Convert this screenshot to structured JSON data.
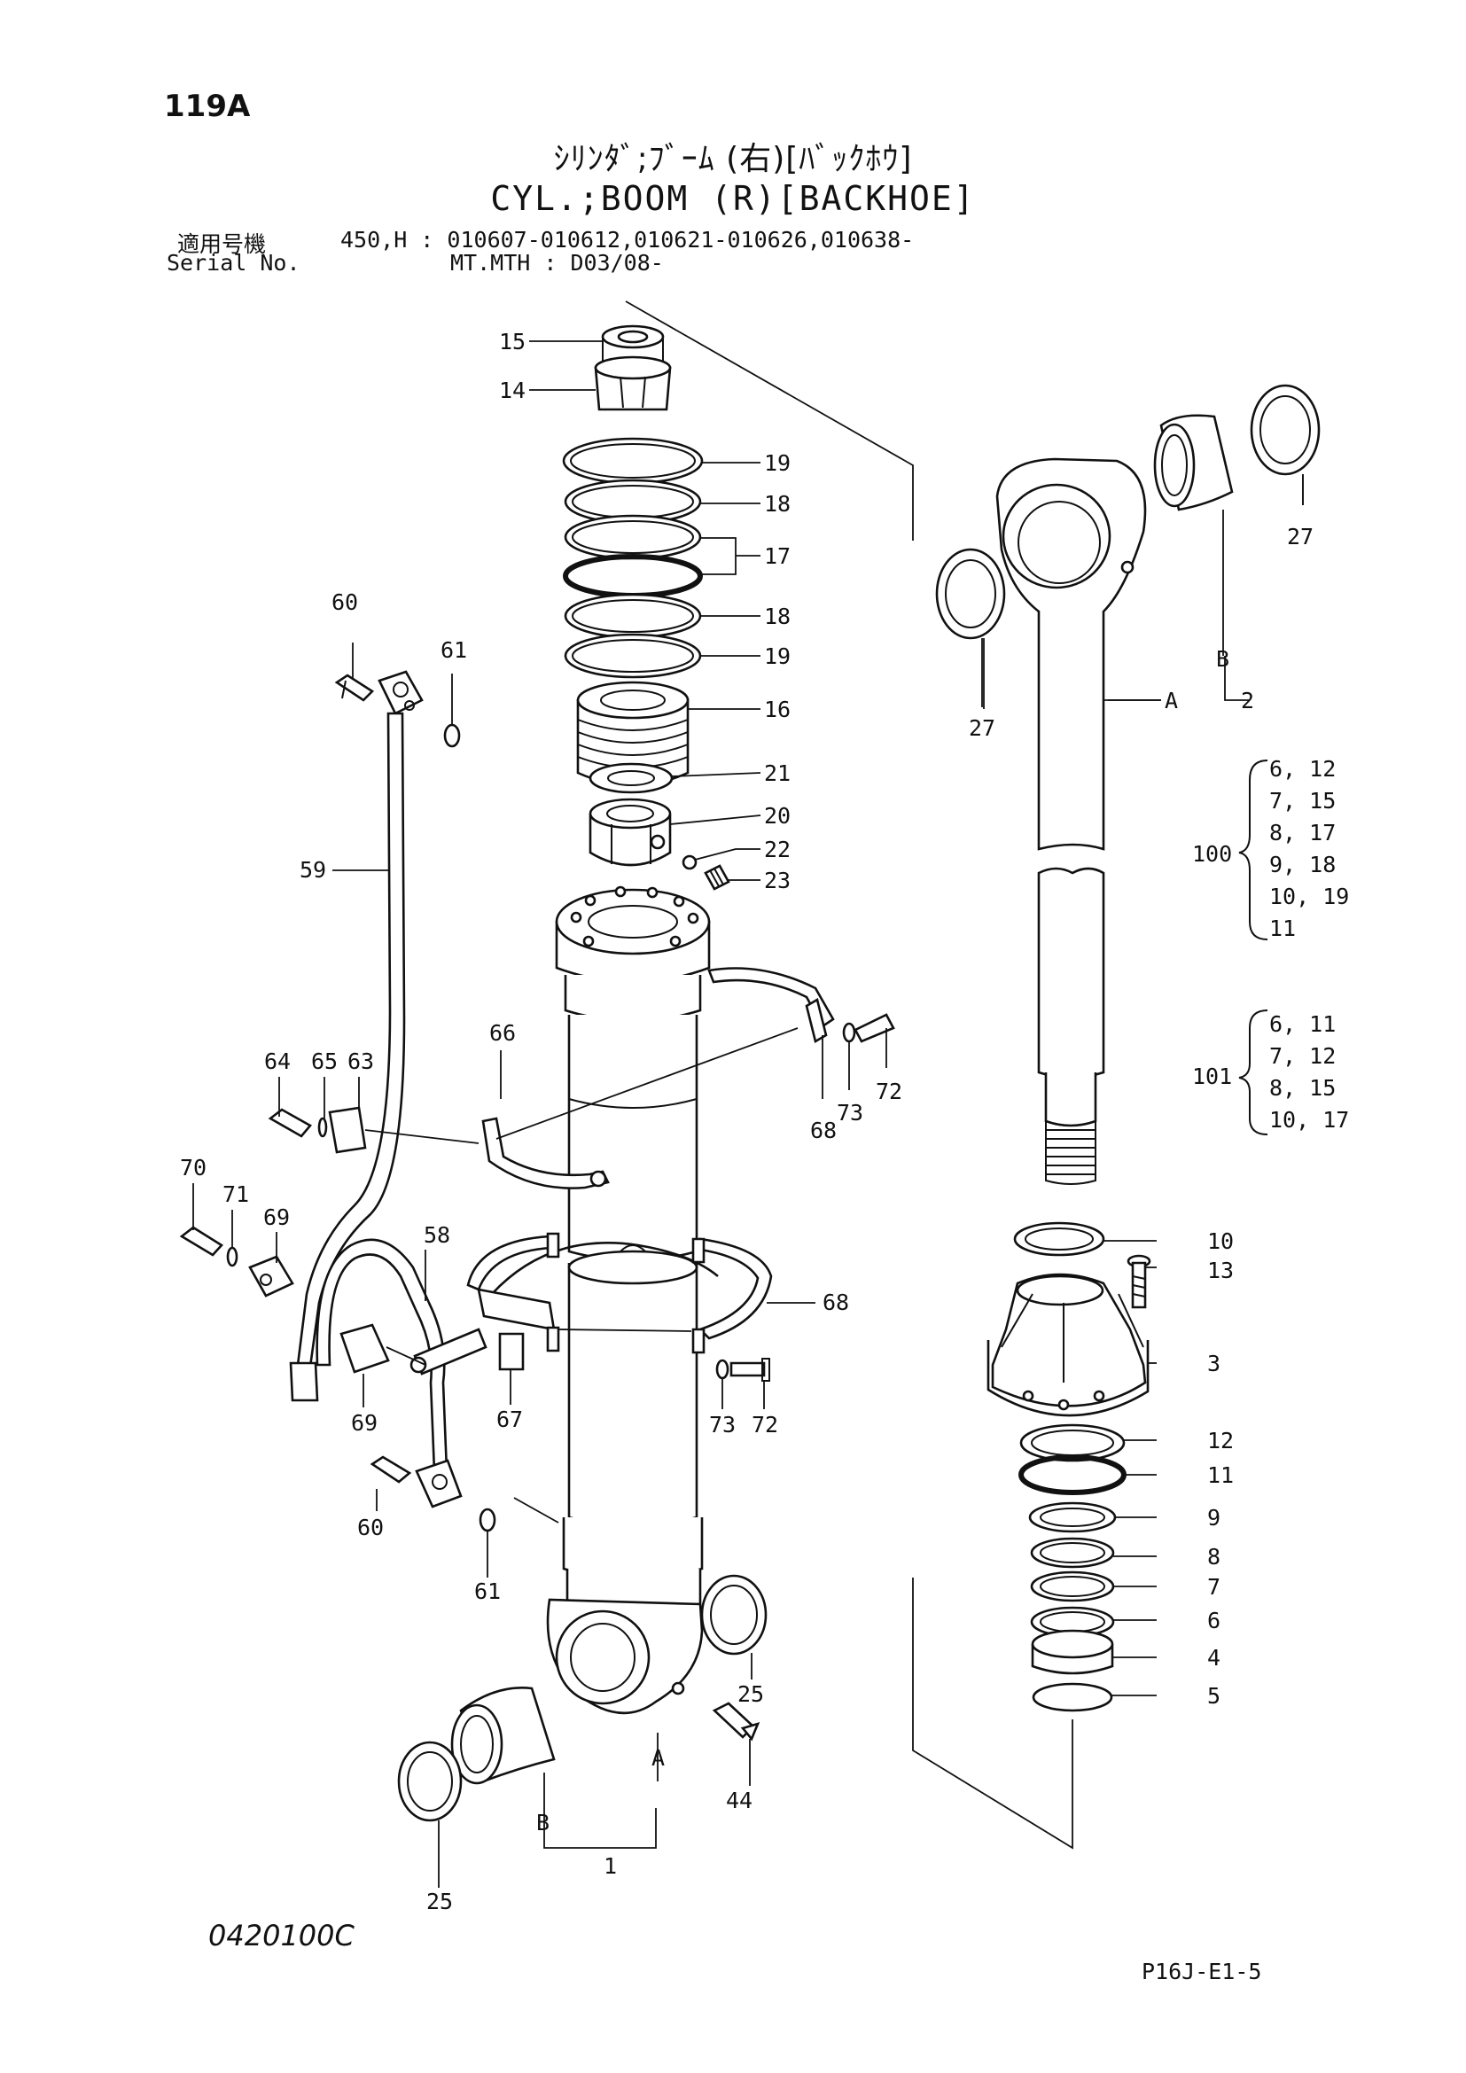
{
  "header": {
    "page_number": "119A",
    "title_jp": "ｼﾘﾝﾀﾞ;ﾌﾞｰﾑ (右)[ﾊﾞｯｸﾎｳ]",
    "title_en": "CYL.;BOOM (R)[BACKHOE]",
    "serial_label_jp": "適用号機",
    "serial_label_en": "Serial No.",
    "serial_line1": "450,H : 010607-010612,010621-010626,010638-",
    "serial_line2": "MT.MTH : D03/08-"
  },
  "callouts": {
    "c15": "15",
    "c14": "14",
    "c19a": "19",
    "c18a": "18",
    "c17": "17",
    "c18b": "18",
    "c19b": "19",
    "c16": "16",
    "c21": "21",
    "c20": "20",
    "c22": "22",
    "c23": "23",
    "c27a": "27",
    "c27b": "27",
    "cB1": "B",
    "cA1": "A",
    "c2": "2",
    "c60a": "60",
    "c61a": "61",
    "c59": "59",
    "c66": "66",
    "c64": "64",
    "c65": "65",
    "c63": "63",
    "c68a": "68",
    "c73a": "73",
    "c72a": "72",
    "c70": "70",
    "c71": "71",
    "c69a": "69",
    "c58": "58",
    "c68b": "68",
    "c69b": "69",
    "c67": "67",
    "c73b": "73",
    "c72b": "72",
    "c60b": "60",
    "c61b": "61",
    "c25a": "25",
    "c44": "44",
    "cA2": "A",
    "cB2": "B",
    "c1": "1",
    "c25b": "25",
    "c10": "10",
    "c13": "13",
    "c3": "3",
    "c12": "12",
    "c11": "11",
    "c9": "9",
    "c8": "8",
    "c7": "7",
    "c6": "6",
    "c4": "4",
    "c5": "5"
  },
  "kits": {
    "kit100": {
      "label": "100",
      "lines": [
        "6, 12",
        "7, 15",
        "8, 17",
        "9, 18",
        "10, 19",
        "11"
      ]
    },
    "kit101": {
      "label": "101",
      "lines": [
        "6, 11",
        "7, 12",
        "8, 15",
        "10, 17"
      ]
    }
  },
  "footer": {
    "drawing_code": "0420100C",
    "page_ref": "P16J-E1-5"
  }
}
